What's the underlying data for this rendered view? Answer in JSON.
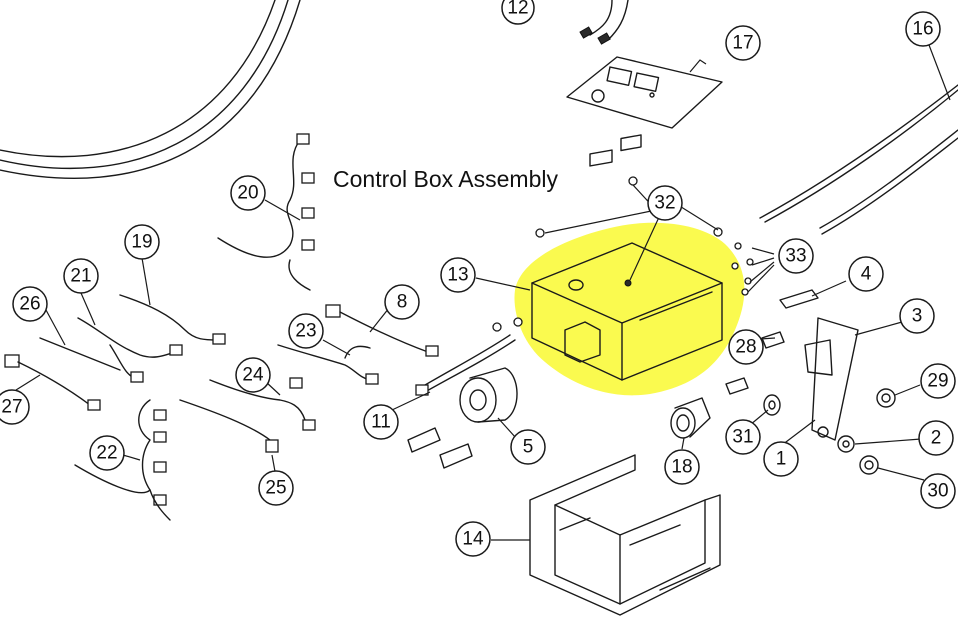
{
  "title": "Control Box Assembly",
  "highlight_color": "#fafa3c",
  "callouts": [
    "12",
    "17",
    "16",
    "20",
    "32",
    "19",
    "21",
    "13",
    "33",
    "4",
    "26",
    "8",
    "3",
    "23",
    "28",
    "29",
    "27",
    "24",
    "11",
    "31",
    "2",
    "5",
    "18",
    "1",
    "22",
    "30",
    "25",
    "14"
  ]
}
